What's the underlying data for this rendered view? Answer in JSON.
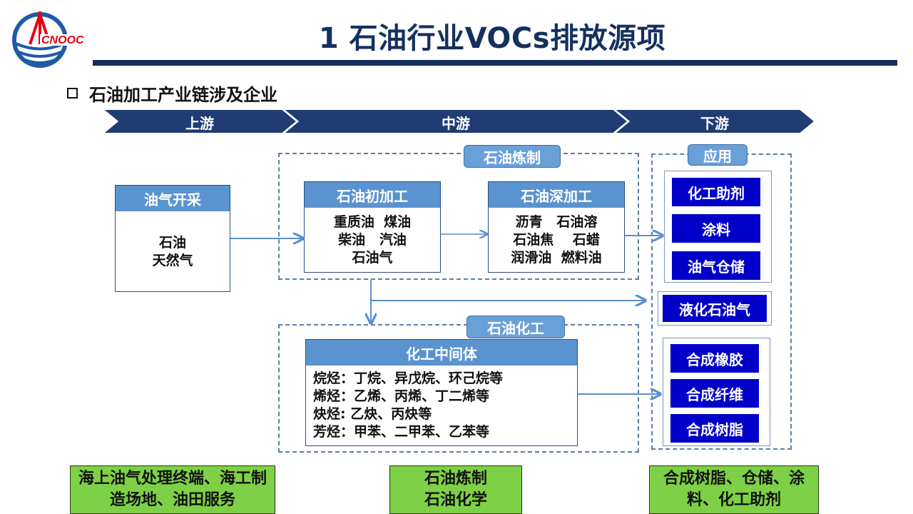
{
  "logo": {
    "text": "CNOOC"
  },
  "title": "1  石油行业VOCs排放源项",
  "section_heading": "石油加工产业链涉及企业",
  "stages": [
    "上游",
    "中游",
    "下游"
  ],
  "upstream": {
    "title": "油气开采",
    "lines": [
      "石油",
      "天然气"
    ]
  },
  "refining": {
    "tag": "石油炼制",
    "primary": {
      "title": "石油初加工",
      "lines": [
        "重质油  煤油",
        "柴油   汽油",
        "石油气"
      ]
    },
    "deep": {
      "title": "石油深加工",
      "lines": [
        "沥青   石油溶",
        "石油焦    石蜡",
        "润滑油  燃料油"
      ]
    }
  },
  "chemical": {
    "tag": "石油化工",
    "intermediate": {
      "title": "化工中间体",
      "lines": [
        "烷烃：丁烷、异戊烷、环己烷等",
        "烯烃：乙烯、丙烯、丁二烯等",
        "炔烃: 乙炔、丙炔等",
        "芳烃：甲苯、二甲苯、乙苯等"
      ]
    }
  },
  "application": {
    "tag": "应用",
    "group1": [
      "化工助剂",
      "涂料",
      "油气仓储"
    ],
    "lpg": "液化石油气",
    "group2": [
      "合成橡胶",
      "合成纤维",
      "合成树脂"
    ]
  },
  "industries": [
    "海上油气处理终端、海工制造场地、油田服务",
    "石油炼制\n石油化学",
    "合成树脂、仓储、涂料、化工助剂"
  ],
  "colors": {
    "navy": "#14305e",
    "chevron": "#1f3d73",
    "box_header": "#5a93cf",
    "tag": "#6aa0d8",
    "app_button": "#0000c8",
    "green": "#7ed146",
    "arrow": "#5b8fd0",
    "logo_red": "#e60012",
    "logo_blue": "#1f5aa6"
  },
  "icons": {
    "logo": "cnooc-logo-icon",
    "arrow": "arrow-right-icon",
    "bullet": "checkbox-bullet-icon"
  }
}
